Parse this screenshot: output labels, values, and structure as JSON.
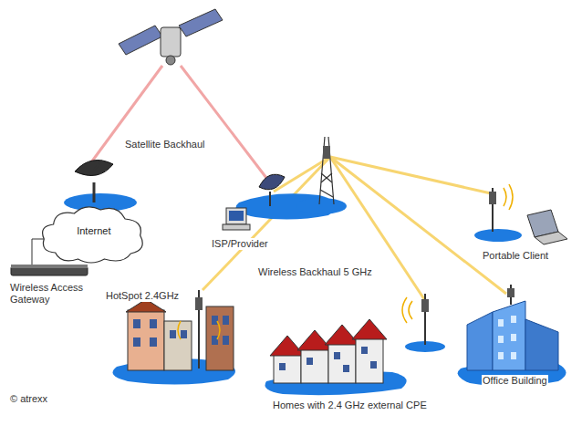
{
  "diagram": {
    "nodes": [
      {
        "text": [
          "Internet"
        ]
      }
    ],
    "labels": [
      "Satellite Backhaul",
      "ISP/Provider",
      "Wireless Access Gateway",
      "Portable Client",
      "Wireless Backhaul 5 GHz",
      "HotSpot 2.4GHz",
      "Homes with 2.4 GHz external CPE",
      "Office Building",
      "© atrexx"
    ]
  }
}
